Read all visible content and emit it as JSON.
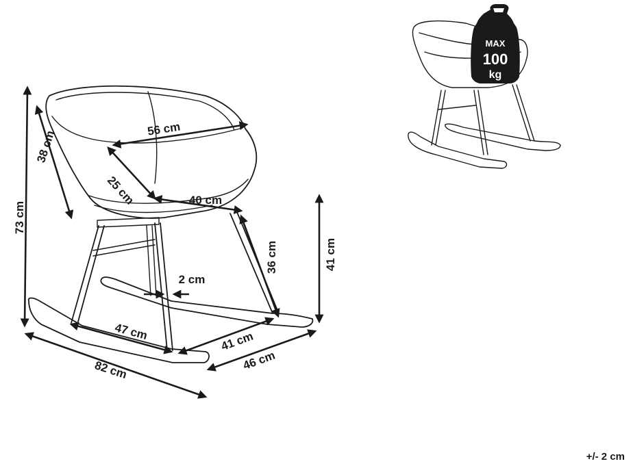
{
  "dimensions": {
    "total_height": "73 cm",
    "back_height": "38 cm",
    "seat_width_top": "56 cm",
    "seat_depth_side": "25 cm",
    "seat_width_front": "40 cm",
    "leg_length": "36 cm",
    "seat_height": "41 cm",
    "rocker_gap": "2 cm",
    "leg_span_side": "47 cm",
    "leg_span_front": "41 cm",
    "total_width": "46 cm",
    "total_depth": "82 cm"
  },
  "badge": {
    "line1": "MAX",
    "line2": "100",
    "line3": "kg"
  },
  "tolerance": "+/- 2 cm"
}
